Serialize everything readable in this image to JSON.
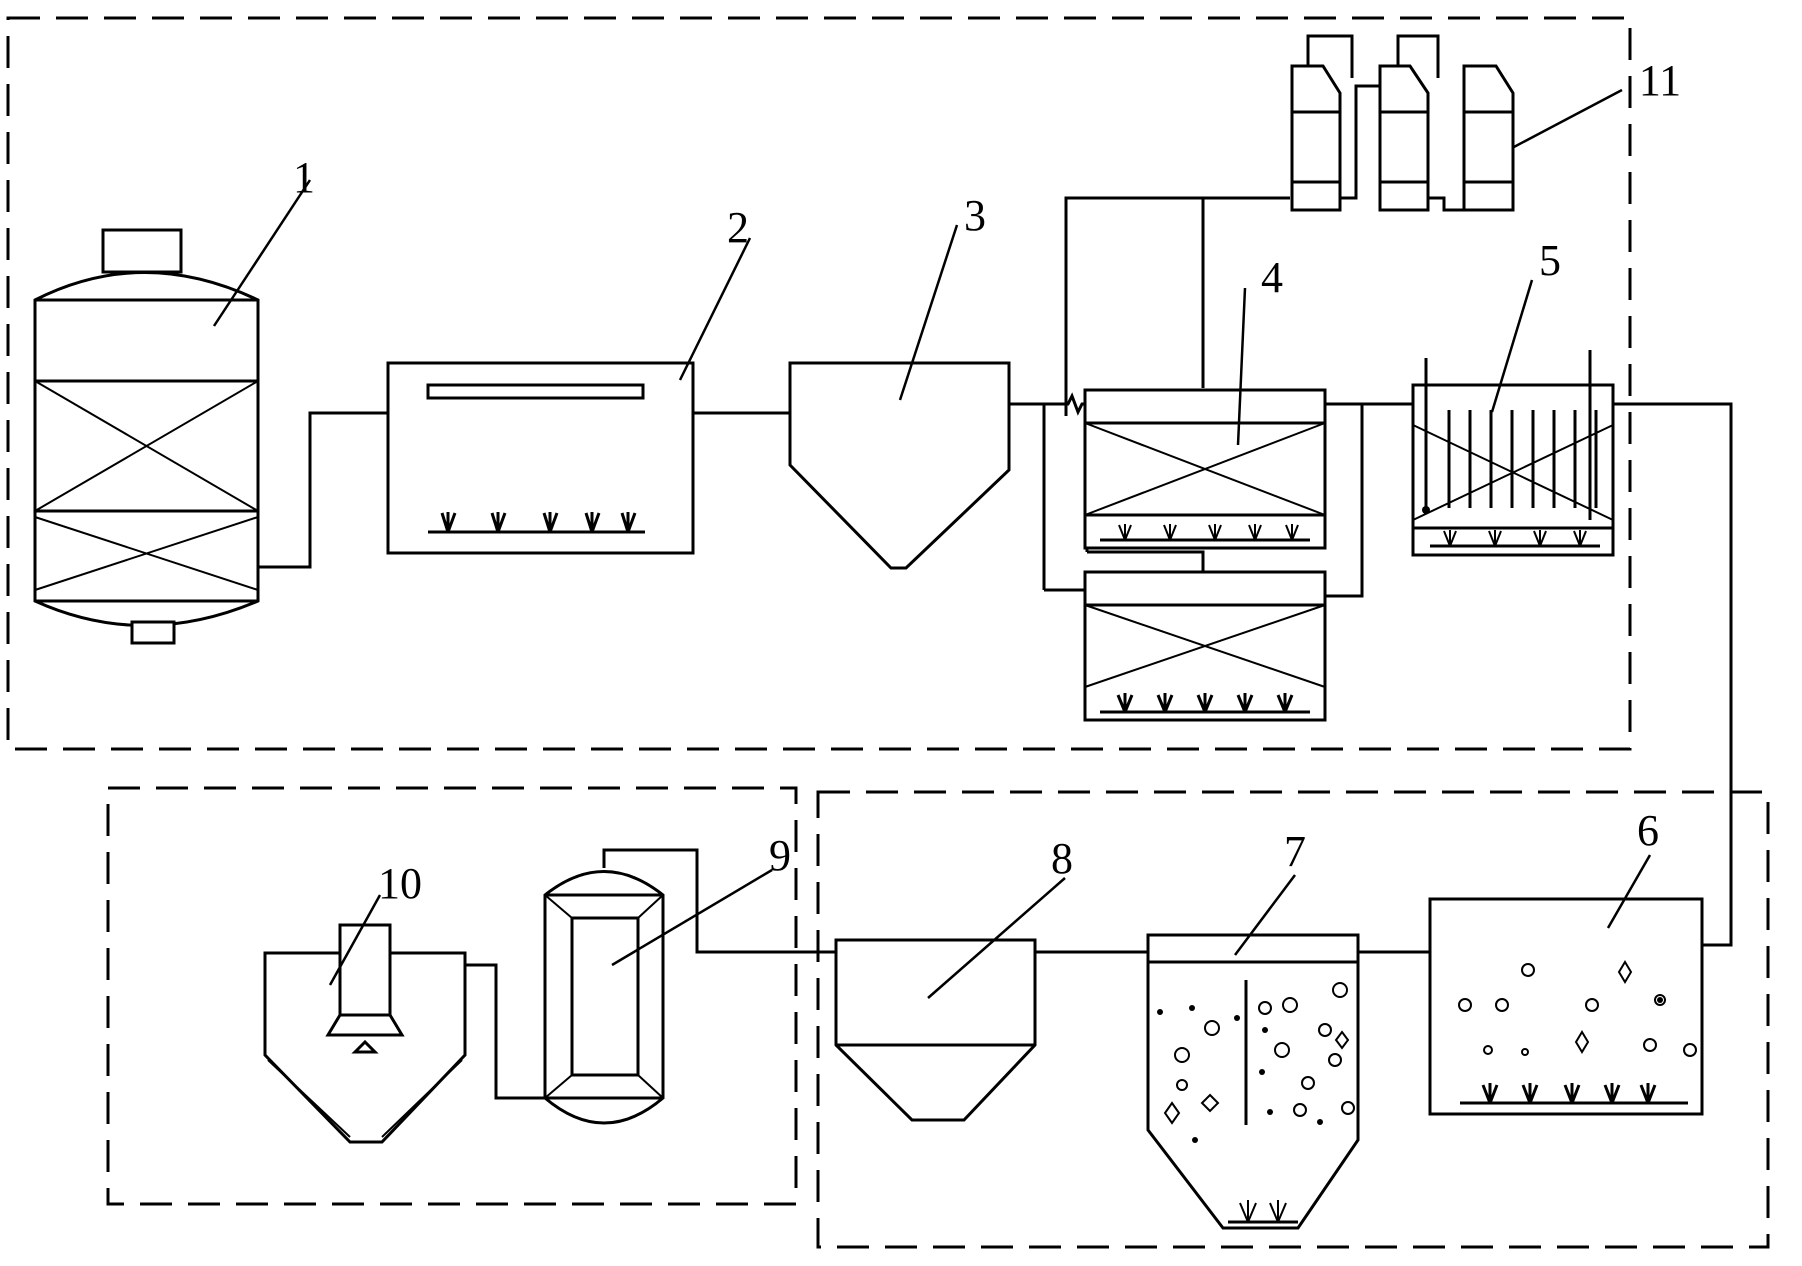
{
  "labels": {
    "unit1": "1",
    "unit2": "2",
    "unit3": "3",
    "unit4": "4",
    "unit5": "5",
    "unit6": "6",
    "unit7": "7",
    "unit8": "8",
    "unit9": "9",
    "unit10": "10",
    "unit11": "11"
  }
}
